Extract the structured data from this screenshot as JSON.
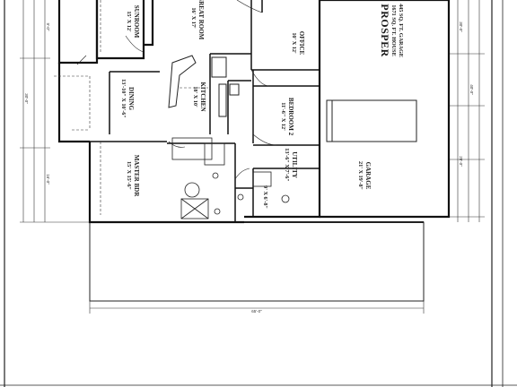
{
  "plan": {
    "title": "PROSPER",
    "subtitle_line1": "1671 SQ. FT. HOUSE",
    "subtitle_line2": "445 SQ. FT. GARAGE"
  },
  "rooms": [
    {
      "id": "sunroom",
      "name": "SUNROOM",
      "size": "15' X 12'"
    },
    {
      "id": "great_room",
      "name": "GREAT ROOM",
      "size": "16' X 17'"
    },
    {
      "id": "office",
      "name": "OFFICE",
      "size": "10' X 12'"
    },
    {
      "id": "kitchen",
      "name": "KITCHEN",
      "size": "18' X 10'"
    },
    {
      "id": "dining",
      "name": "DINING",
      "size": "13'-10\" X 10'-6\""
    },
    {
      "id": "bedroom2",
      "name": "BEDROOM 2",
      "size": "11'-6\" X 12'"
    },
    {
      "id": "utility",
      "name": "UTILITY",
      "size": "13'-6\" X 7'-6\""
    },
    {
      "id": "master_bdr",
      "name": "MASTER BDR",
      "size": "15' X 15'-6\""
    },
    {
      "id": "bath",
      "name": "",
      "size": "9' X 6'-8\""
    },
    {
      "id": "garage",
      "name": "GARAGE",
      "size": "21' X 19'-8\""
    }
  ],
  "dimensions": {
    "overall_bottom": "65'-0\"",
    "right_top": "30'-0\"",
    "right_mid": "40'-0\"",
    "right_low": "28'-0\"",
    "left_top": "9'-0\"",
    "left_mid": "30'-0\"",
    "left_low": "16'-0\""
  }
}
